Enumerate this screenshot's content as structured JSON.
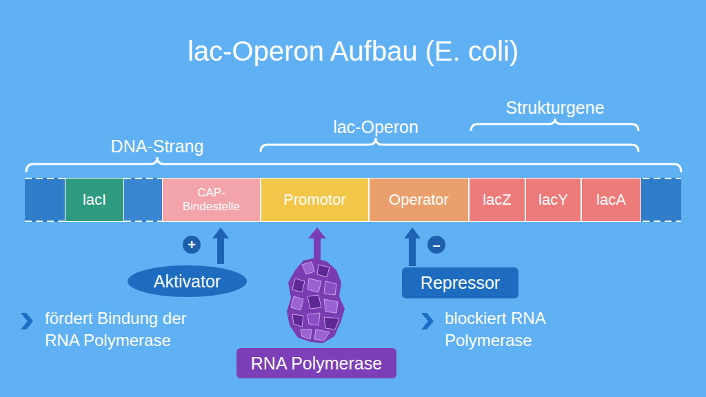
{
  "diagram": {
    "title": "lac-Operon Aufbau (E. coli)",
    "nodes": [
      {
        "text": [
          "lacI"
        ]
      },
      {
        "text": [
          "CAP-Bindestelle"
        ]
      },
      {
        "text": [
          "Promotor"
        ]
      },
      {
        "text": [
          "Operator"
        ]
      },
      {
        "text": [
          "lacZ"
        ]
      },
      {
        "text": [
          "lacY"
        ]
      },
      {
        "text": [
          "lacA"
        ]
      },
      {
        "text": [
          "+"
        ]
      },
      {
        "text": [
          "–"
        ]
      },
      {
        "text": [
          "Aktivator"
        ]
      },
      {
        "text": [
          "Repressor"
        ]
      },
      {
        "text": [
          "RNA Polymerase"
        ]
      }
    ],
    "edges": [
      {
        "from": 9,
        "to": 1,
        "arrow": "to"
      },
      {
        "from": 10,
        "to": 3,
        "arrow": "to"
      }
    ],
    "labels": [
      "Strukturgene",
      "lac-Operon",
      "DNA-Strang",
      "fördert Bindung der RNA Polymerase",
      "blockiert RNA Polymerase"
    ]
  }
}
